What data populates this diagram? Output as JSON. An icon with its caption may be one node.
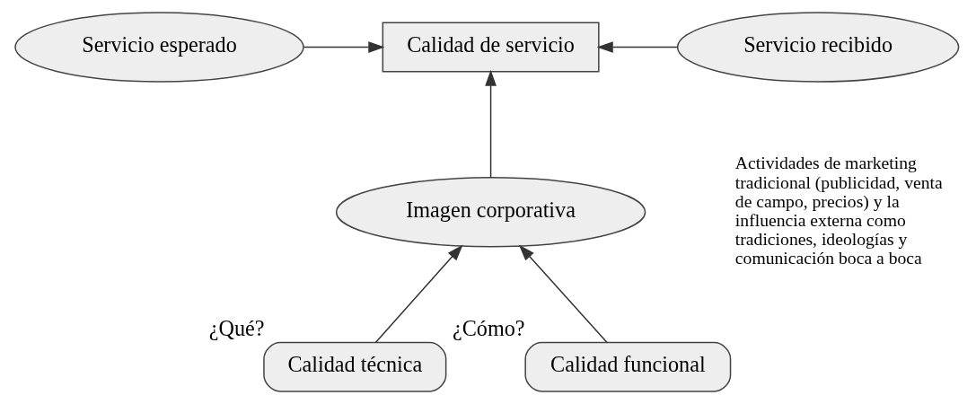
{
  "diagram": {
    "nodes": [
      {
        "text": [
          "Servicio esperado"
        ]
      },
      {
        "text": [
          "Calidad de servicio"
        ]
      },
      {
        "text": [
          "Servicio recibido"
        ]
      },
      {
        "text": [
          "Imagen corporativa"
        ]
      },
      {
        "text": [
          "Calidad técnica"
        ],
        "beside": [
          "¿Qué?"
        ]
      },
      {
        "text": [
          "Calidad funcional"
        ],
        "beside": [
          "¿Cómo?"
        ]
      }
    ],
    "edges": [
      {
        "from": 0,
        "to": 1,
        "arrow": "to"
      },
      {
        "from": 2,
        "to": 1,
        "arrow": "to"
      },
      {
        "from": 3,
        "to": 1,
        "arrow": "to"
      },
      {
        "from": 4,
        "to": 3,
        "arrow": "to"
      },
      {
        "from": 5,
        "to": 3,
        "arrow": "to"
      }
    ],
    "labels": [
      "Actividades de marketing tradicional (publicidad, venta de campo, precios) y la influencia externa como tradiciones, ideologías y comunicación boca a boca"
    ]
  }
}
